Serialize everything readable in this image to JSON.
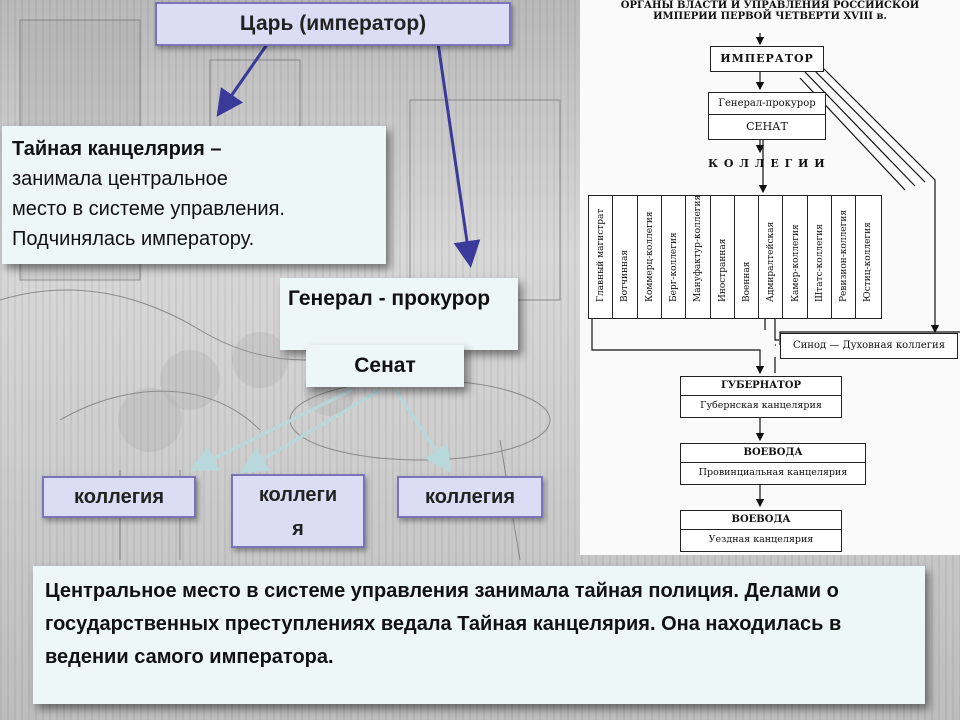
{
  "labels": {
    "tsar": "Царь (император)",
    "secret_bold": "Тайная канцелярия",
    "secret_rest_line1": " –",
    "secret_lines": [
      "занимала центральное",
      "место в системе управления.",
      "Подчинялась императору."
    ],
    "procurator": "Генерал - прокурор",
    "senate": "Сенат",
    "collegium1": "коллегия",
    "collegium2_line1": "коллеги",
    "collegium2_line2": "я",
    "collegium3": "коллегия",
    "bottom_text": "Центральное место в системе управления занимала тайная полиция. Делами о государственных преступлениях ведала Тайная канцелярия. Она находилась в ведении самого императора."
  },
  "scheme": {
    "title_line1": "ОРГАНЫ ВЛАСТИ И УПРАВЛЕНИЯ РОССИЙСКОЙ",
    "title_line2": "ИМПЕРИИ ПЕРВОЙ ЧЕТВЕРТИ XVIII в.",
    "emperor": "ИМПЕРАТОР",
    "general_procurator": "Генерал-прокурор",
    "senate": "СЕНАТ",
    "collegia_header": "К О Л Л Е Г И И",
    "collegia": [
      "Главный магистрат",
      "Вотчинная",
      "Коммерц-коллегия",
      "Берг-коллегия",
      "Мануфактур-коллегия",
      "Иностранная",
      "Военная",
      "Адмиралтейская",
      "Камер-коллегия",
      "Штатс-коллегия",
      "Ревизион-коллегия",
      "Юстиц-коллегия"
    ],
    "synod": "Синод — Духовная коллегия",
    "governor": "ГУБЕРНАТОР",
    "governor_office": "Губернская канцелярия",
    "voevoda1": "ВОЕВОДА",
    "voevoda1_office": "Провинциальная канцелярия",
    "voevoda2": "ВОЕВОДА",
    "voevoda2_office": "Уездная канцелярия"
  },
  "colors": {
    "callout_bg": "#eef7f8",
    "purple_border": "#7b73b9",
    "purple_fill": "#dcdcf4",
    "arrow": "#3a3a9a"
  }
}
